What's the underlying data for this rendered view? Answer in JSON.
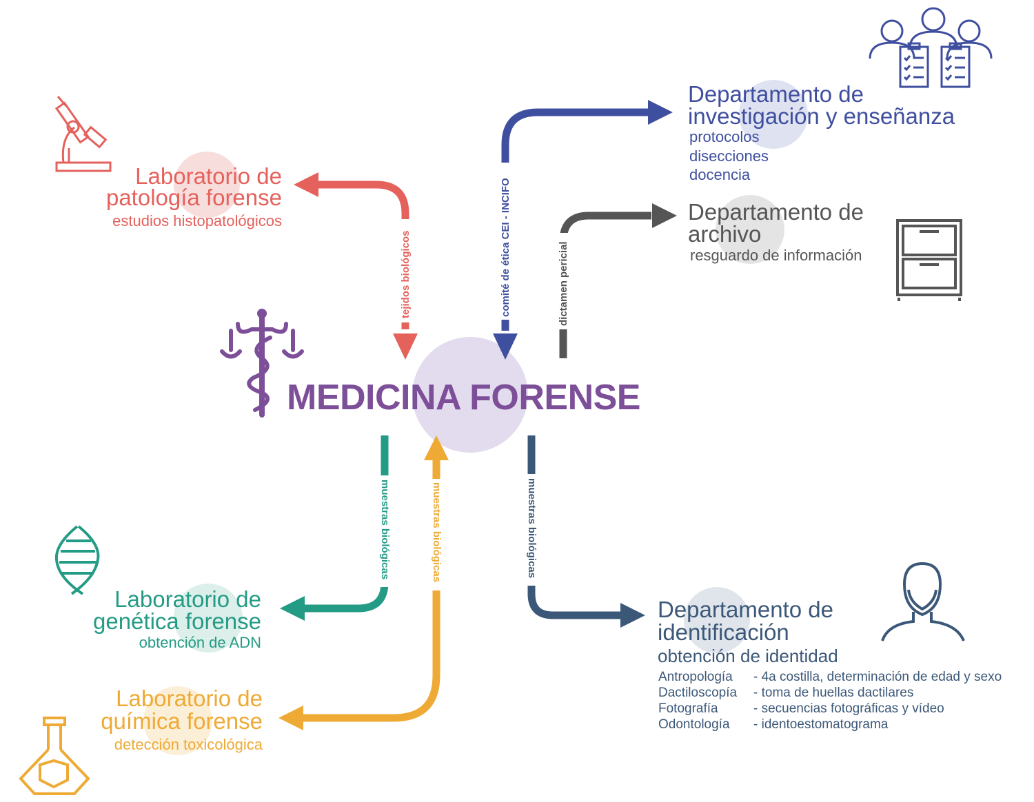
{
  "colors": {
    "patologia": "#e5615c",
    "genetica": "#249b85",
    "quimica": "#eeaa35",
    "investigacion": "#3f4f9f",
    "archivo": "#555555",
    "identificacion": "#3c5878",
    "center": "#7d4f99",
    "center_circle": "#e3dbee"
  },
  "center": {
    "title": "MEDICINA FORENSE"
  },
  "nodes": {
    "patologia": {
      "title1": "Laboratorio de",
      "title2": "patología forense",
      "sub": "estudios histopatológicos",
      "icon": "microscope-icon"
    },
    "genetica": {
      "title1": "Laboratorio de",
      "title2": "genética forense",
      "sub": "obtención de ADN",
      "icon": "dna-icon"
    },
    "quimica": {
      "title1": "Laboratorio de",
      "title2": "química forense",
      "sub": "detección toxicológica",
      "icon": "flask-icon"
    },
    "investigacion": {
      "title1": "Departamento de",
      "title2": "investigación y enseñanza",
      "items": [
        "protocolos",
        "disecciones",
        "docencia"
      ],
      "icon": "team-clipboard-icon"
    },
    "archivo": {
      "title1": "Departamento de",
      "title2": "archivo",
      "sub": "resguardo de información",
      "icon": "filing-cabinet-icon"
    },
    "identificacion": {
      "title1": "Departamento de",
      "title2": "identificación",
      "sub": "obtención de identidad",
      "icon": "person-silhouette-icon",
      "rows": [
        {
          "area": "Antropología",
          "desc": "- 4a costilla, determinación de edad y sexo"
        },
        {
          "area": "Dactiloscopía",
          "desc": "- toma de huellas dactilares"
        },
        {
          "area": "Fotografía",
          "desc": "- secuencias fotográficas y vídeo"
        },
        {
          "area": "Odontología",
          "desc": "- identoestomatograma"
        }
      ]
    }
  },
  "arrows": {
    "patologia": "tejidos biológicos",
    "investigacion": "comité de ética CEI - INCIFO",
    "archivo": "dictamen pericial",
    "genetica": "muestras biológicas",
    "quimica": "muestras biológicas",
    "identificacion": "muestras biológicas"
  }
}
